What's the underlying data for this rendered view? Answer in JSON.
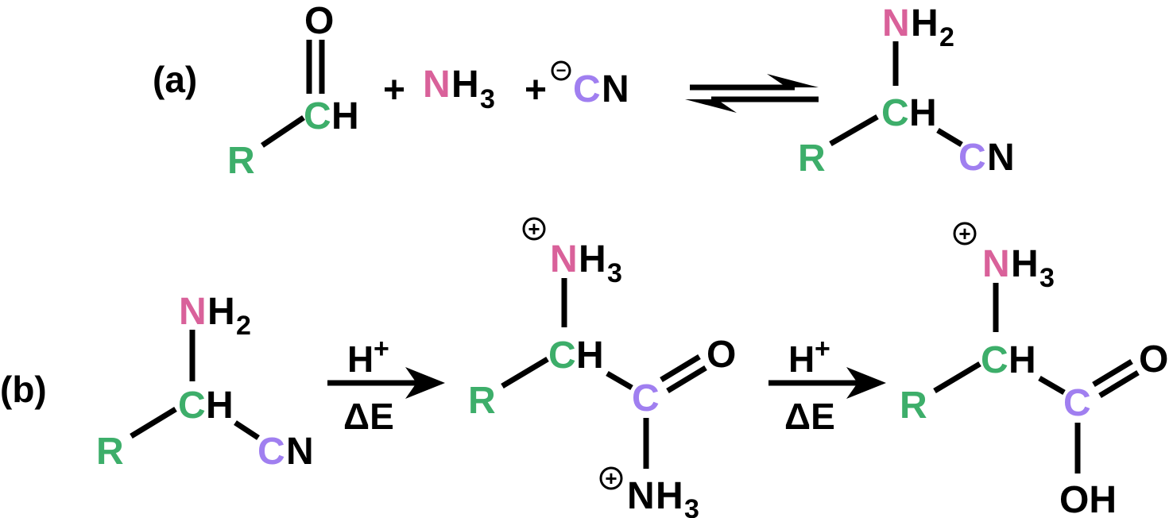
{
  "colors": {
    "carbon_backbone": "#3dae6a",
    "nitrogen_amine": "#d9619a",
    "carbon_nitrile": "#a07ff0",
    "ink": "#000000"
  },
  "reaction_a": {
    "label": "(a)",
    "aldehyde": {
      "oxygen": "O",
      "carbon": "C",
      "hydrogen": "H",
      "r_group": "R"
    },
    "plus_1": "+",
    "ammonia": {
      "nitrogen": "N",
      "rest": "H",
      "count": "3"
    },
    "plus_2": "+",
    "cyanide": {
      "charge": "−",
      "carbon": "C",
      "nitrogen": "N"
    },
    "arrow": "equilibrium",
    "product": {
      "amine_n": "N",
      "amine_h": "H",
      "amine_count": "2",
      "carbon": "C",
      "hydrogen": "H",
      "r_group": "R",
      "nitrile_c": "C",
      "nitrile_n": "N"
    }
  },
  "reaction_b": {
    "label": "(b)",
    "start": {
      "amine_n": "N",
      "amine_h": "H",
      "amine_count": "2",
      "carbon": "C",
      "hydrogen": "H",
      "r_group": "R",
      "nitrile_c": "C",
      "nitrile_n": "N"
    },
    "arrow_1": {
      "reagent": "H",
      "reagent_sup": "+",
      "condition": "ΔE"
    },
    "intermediate": {
      "ammonium_charge": "+",
      "ammonium_n": "N",
      "ammonium_h": "H",
      "ammonium_count": "3",
      "carbon": "C",
      "hydrogen": "H",
      "r_group": "R",
      "amide_c": "C",
      "amide_o": "O",
      "nh3_charge": "+",
      "nh3_n": "N",
      "nh3_h": "H",
      "nh3_count": "3"
    },
    "arrow_2": {
      "reagent": "H",
      "reagent_sup": "+",
      "condition": "ΔE"
    },
    "product": {
      "ammonium_charge": "+",
      "ammonium_n": "N",
      "ammonium_h": "H",
      "ammonium_count": "3",
      "carbon": "C",
      "hydrogen": "H",
      "r_group": "R",
      "acid_c": "C",
      "acid_o": "O",
      "hydroxyl": "OH"
    }
  }
}
